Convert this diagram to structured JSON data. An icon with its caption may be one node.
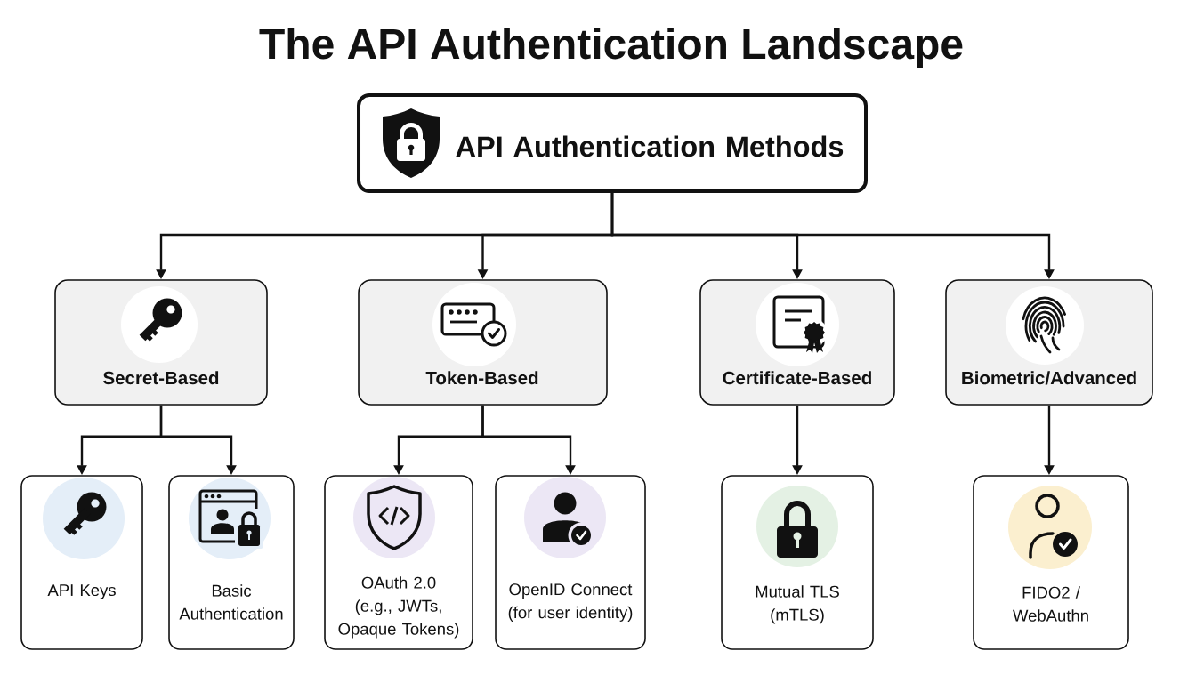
{
  "diagram": {
    "title": "The API Authentication Landscape",
    "nodes": [
      {
        "text": [
          "API Authentication Methods"
        ]
      },
      {
        "text": [
          "Secret-Based"
        ]
      },
      {
        "text": [
          "Token-Based"
        ]
      },
      {
        "text": [
          "Certificate-Based"
        ]
      },
      {
        "text": [
          "Biometric/Advanced"
        ]
      },
      {
        "text": [
          "API Keys"
        ]
      },
      {
        "text": [
          "Basic Authentication"
        ]
      },
      {
        "text": [
          "OAuth 2.0 (e.g., JWTs, Opaque Tokens)"
        ]
      },
      {
        "text": [
          "OpenID Connect (for user identity)"
        ]
      },
      {
        "text": [
          "Mutual TLS (mTLS)"
        ]
      },
      {
        "text": [
          "FIDO2 / WebAuthn"
        ]
      }
    ],
    "edges": [
      {
        "from": 0,
        "to": 1,
        "arrow": "to"
      },
      {
        "from": 0,
        "to": 2,
        "arrow": "to"
      },
      {
        "from": 0,
        "to": 3,
        "arrow": "to"
      },
      {
        "from": 0,
        "to": 4,
        "arrow": "to"
      },
      {
        "from": 1,
        "to": 5,
        "arrow": "to"
      },
      {
        "from": 1,
        "to": 6,
        "arrow": "to"
      },
      {
        "from": 2,
        "to": 7,
        "arrow": "to"
      },
      {
        "from": 2,
        "to": 8,
        "arrow": "to"
      },
      {
        "from": 3,
        "to": 9,
        "arrow": "to"
      },
      {
        "from": 4,
        "to": 10,
        "arrow": "to"
      }
    ]
  }
}
